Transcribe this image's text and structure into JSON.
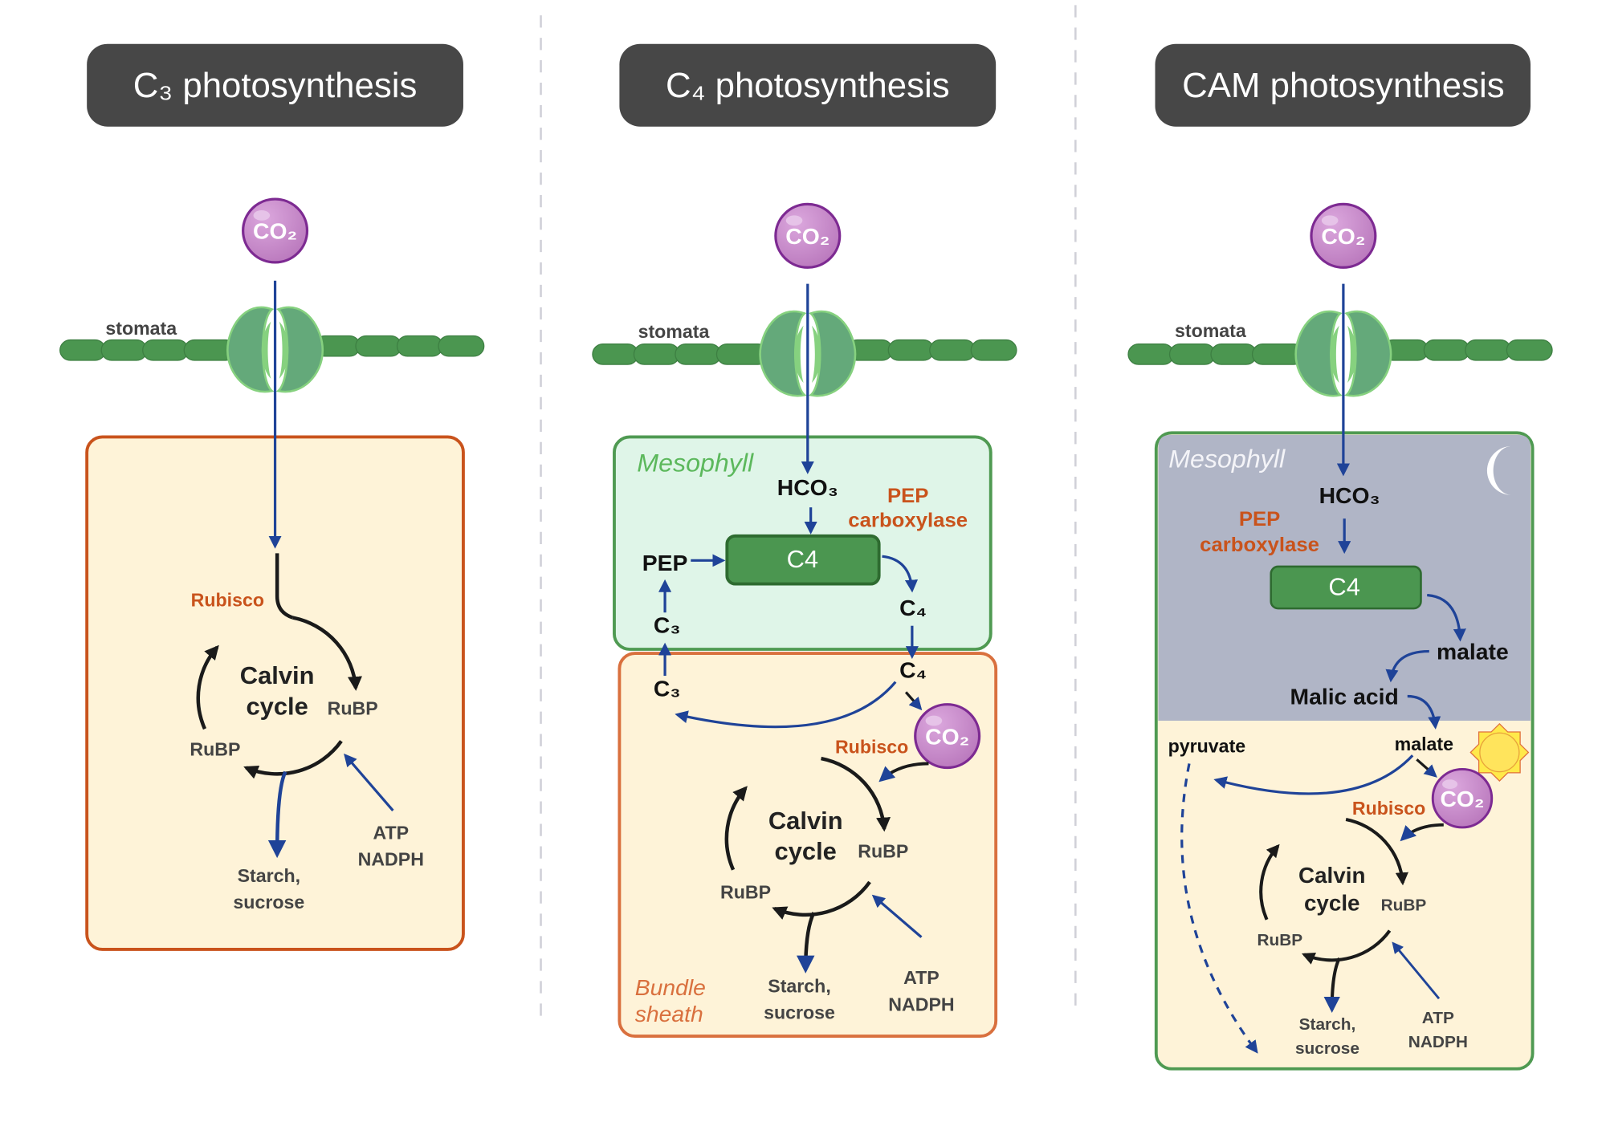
{
  "panels": [
    {
      "title": "C₃ photosynthesis",
      "stomata": "stomata",
      "co2": "CO₂",
      "rubisco": "Rubisco",
      "calvin": "Calvin",
      "cycle": "cycle",
      "rubp": "RuBP",
      "starch": "Starch,",
      "sucrose": "sucrose",
      "atp": "ATP",
      "nadph": "NADPH"
    },
    {
      "title": "C₄ photosynthesis",
      "stomata": "stomata",
      "co2": "CO₂",
      "mesophyll": "Mesophyll",
      "hco3": "HCO₃",
      "pep_carboxylase_1": "PEP",
      "pep_carboxylase_2": "carboxylase",
      "c4_box": "C4",
      "pep": "PEP",
      "c4_a": "C₄",
      "c4_b": "C₄",
      "c3_a": "C₃",
      "c3_b": "C₃",
      "rubisco": "Rubisco",
      "calvin": "Calvin",
      "cycle": "cycle",
      "rubp": "RuBP",
      "starch": "Starch,",
      "sucrose": "sucrose",
      "atp": "ATP",
      "nadph": "NADPH",
      "bundle_1": "Bundle",
      "bundle_2": "sheath"
    },
    {
      "title": "CAM photosynthesis",
      "stomata": "stomata",
      "co2": "CO₂",
      "mesophyll": "Mesophyll",
      "hco3": "HCO₃",
      "pep_carboxylase_1": "PEP",
      "pep_carboxylase_2": "carboxylase",
      "c4_box": "C4",
      "malate_1": "malate",
      "malic_acid": "Malic acid",
      "malate_2": "malate",
      "pyruvate": "pyruvate",
      "rubisco": "Rubisco",
      "calvin": "Calvin",
      "cycle": "cycle",
      "rubp": "RuBP",
      "starch": "Starch,",
      "sucrose": "sucrose",
      "atp": "ATP",
      "nadph": "NADPH"
    }
  ],
  "colors": {
    "title_bg": "#474747",
    "co2": "#c98ccb",
    "leaf": "#4b9650",
    "guard_cell": "#64a97a",
    "arrow_blue": "#1f4398",
    "enzyme": "#c9531c",
    "cell_fill": "#fef3d8",
    "mesophyll_c4": "#dff5e8",
    "mesophyll_cam_night": "#b0b5c6"
  },
  "icons": [
    "co2-molecule",
    "stomata-guard-cells",
    "moon-icon",
    "sun-icon"
  ]
}
